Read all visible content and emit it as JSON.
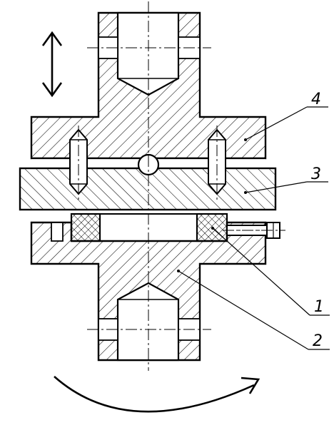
{
  "drawing": {
    "line_color": "#000000",
    "background": "#ffffff",
    "hatch": "diagonal-45",
    "icons": [
      "double-arrow-icon",
      "rotation-arrow-icon"
    ]
  },
  "callouts": [
    {
      "id": "part-1",
      "number": "1"
    },
    {
      "id": "part-2",
      "number": "2"
    },
    {
      "id": "part-3",
      "number": "3"
    },
    {
      "id": "part-4",
      "number": "4"
    }
  ]
}
